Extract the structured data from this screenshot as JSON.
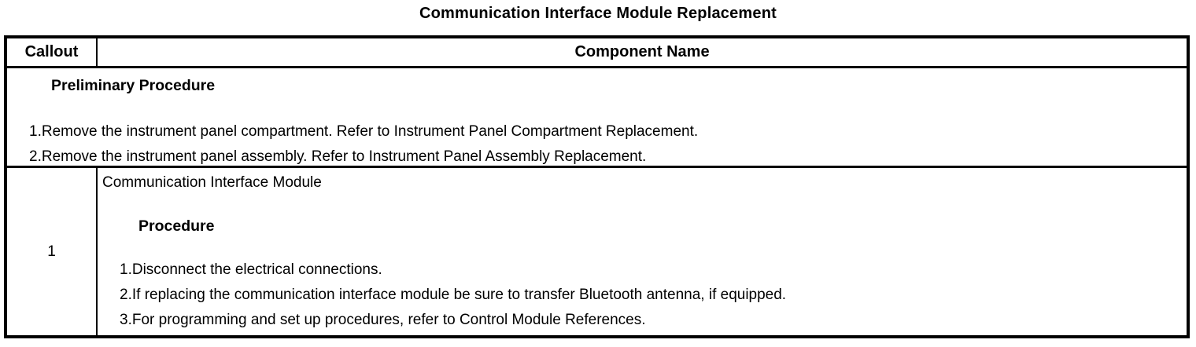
{
  "page": {
    "title": "Communication Interface Module Replacement"
  },
  "table": {
    "header": {
      "callout": "Callout",
      "component_name": "Component Name"
    },
    "preliminary": {
      "heading": "Preliminary Procedure",
      "steps": [
        {
          "num": "1.",
          "text": "Remove the instrument panel compartment. Refer to Instrument Panel Compartment Replacement."
        },
        {
          "num": "2.",
          "text": "Remove the instrument panel assembly. Refer to Instrument Panel Assembly Replacement."
        }
      ]
    },
    "rows": [
      {
        "callout": "1",
        "component_name": "Communication Interface Module",
        "procedure_heading": "Procedure",
        "steps": [
          {
            "num": "1.",
            "text": "Disconnect the electrical connections."
          },
          {
            "num": "2.",
            "text": "If replacing the communication interface module be sure to transfer Bluetooth antenna, if equipped."
          },
          {
            "num": "3.",
            "text": "For programming and set up procedures, refer to Control Module References."
          }
        ]
      }
    ]
  },
  "colors": {
    "text": "#000000",
    "background": "#ffffff",
    "border": "#000000"
  }
}
